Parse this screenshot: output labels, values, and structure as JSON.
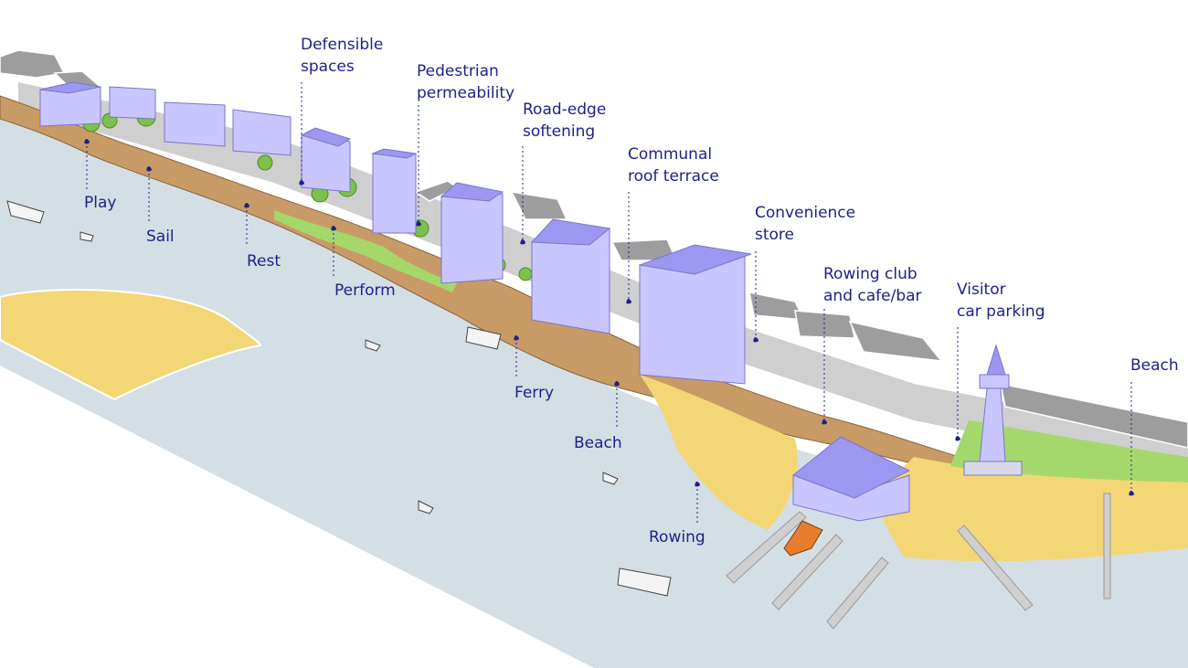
{
  "colors": {
    "water": "#d4dfe5",
    "sand": "#f3d777",
    "deck": "#c89a66",
    "building": "#c9c6ff",
    "building_top": "#9c97f0",
    "grass": "#a5d86a",
    "road": "#cfcfcf",
    "grey_block": "#9d9d9d",
    "label": "#1f1f8a"
  },
  "labels": {
    "play": "Play",
    "sail": "Sail",
    "rest": "Rest",
    "defensible": "Defensible\nspaces",
    "perform": "Perform",
    "pedestrian": "Pedestrian\npermeability",
    "road_edge": "Road-edge\nsoftening",
    "ferry": "Ferry",
    "communal": "Communal\nroof terrace",
    "convenience": "Convenience\nstore",
    "beach_mid": "Beach",
    "rowing_club": "Rowing club\nand cafe/bar",
    "rowing": "Rowing",
    "visitor_parking": "Visitor\ncar parking",
    "beach_right": "Beach"
  }
}
